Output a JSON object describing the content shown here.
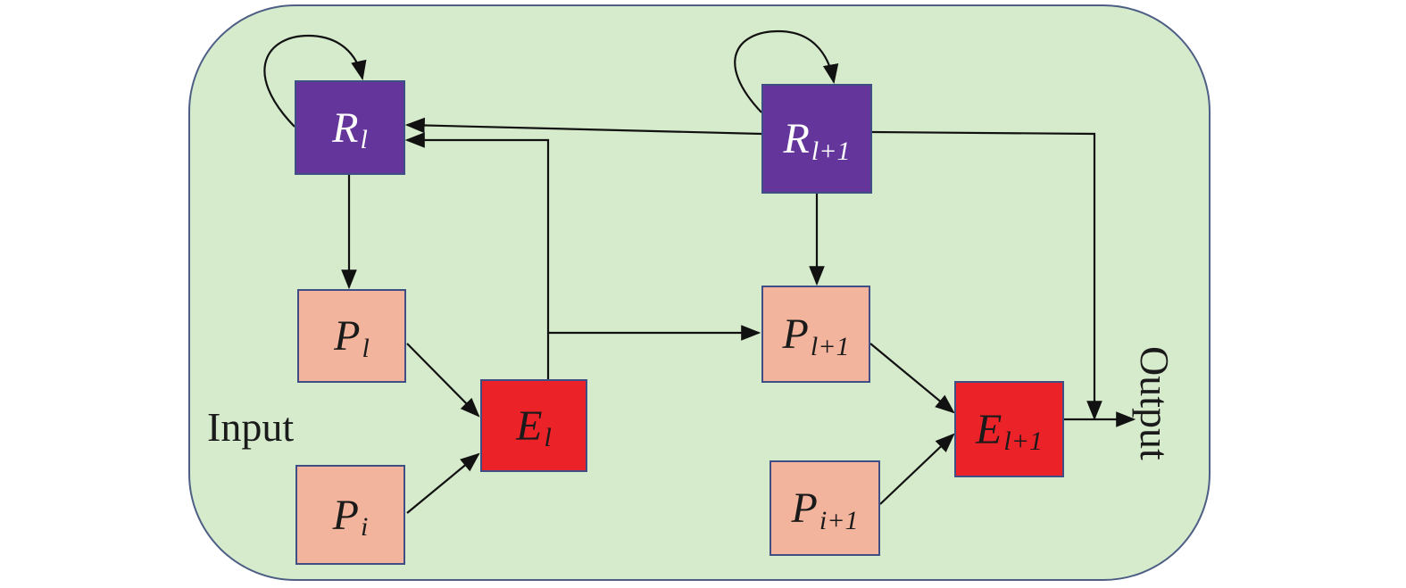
{
  "colors": {
    "panel_bg": "#d6ebcc",
    "recurrent": "#64369b",
    "prediction": "#f2b49c",
    "error": "#ec2229",
    "border": "#3f4f86",
    "arrow": "#111111"
  },
  "nodes": {
    "r_l": {
      "main": "R",
      "sub": "l"
    },
    "r_l1": {
      "main": "R",
      "sub": "l+1"
    },
    "p_l": {
      "main": "P",
      "sub": "l"
    },
    "p_l1": {
      "main": "P",
      "sub": "l+1"
    },
    "p_i": {
      "main": "P",
      "sub": "i"
    },
    "p_i1": {
      "main": "P",
      "sub": "i+1"
    },
    "e_l": {
      "main": "E",
      "sub": "l"
    },
    "e_l1": {
      "main": "E",
      "sub": "l+1"
    }
  },
  "labels": {
    "input": "Input",
    "output": "Output"
  }
}
